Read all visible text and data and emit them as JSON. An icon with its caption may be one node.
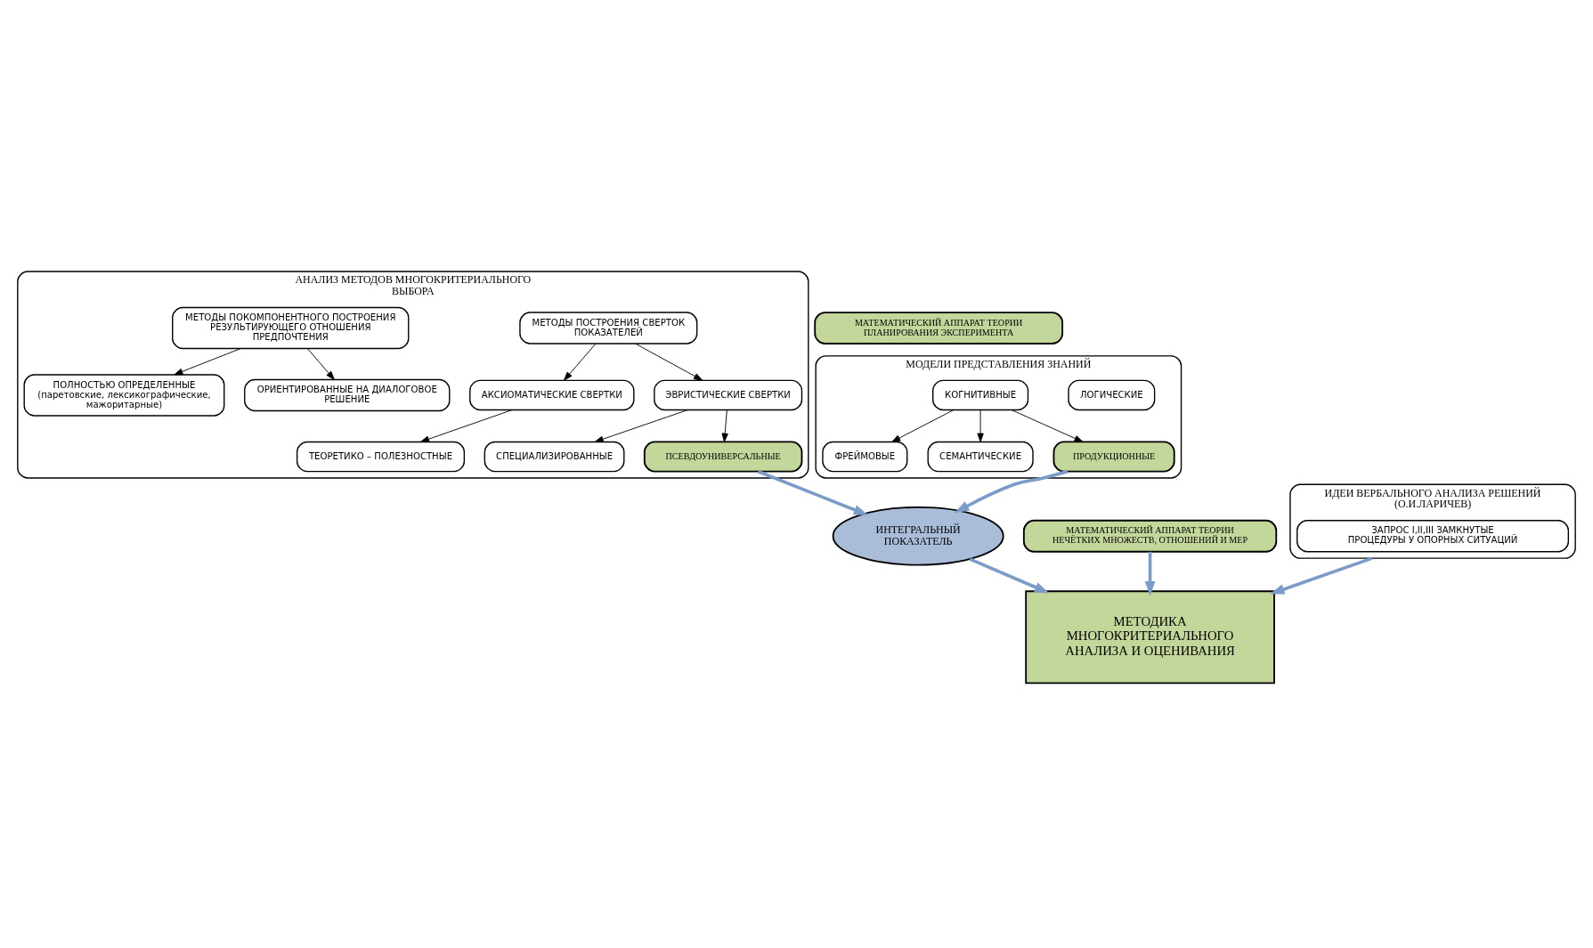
{
  "diagram": {
    "nodes": [
      {
        "text": [
          "АНАЛИЗ МЕТОДОВ МНОГОКРИТЕРИАЛЬНОГО ВЫБОРА"
        ]
      },
      {
        "text": [
          "МЕТОДЫ ПОСТРОЕНИЯ СВЕРТОК ПОКАЗАТЕЛЕЙ"
        ],
        "in": 0
      },
      {
        "text": [
          "МЕТОДЫ ПОКОМПОНЕНТНОГО ПОСТРОЕНИЯ РЕЗУЛЬТИРУЮЩЕГО ОТНОШЕНИЯ ПРЕДПОЧТЕНИЯ"
        ],
        "in": 0
      },
      {
        "text": [
          "АКСИОМАТИЧЕСКИЕ СВЕРТКИ"
        ],
        "in": 0
      },
      {
        "text": [
          "ЭВРИСТИЧЕСКИЕ СВЕРТКИ"
        ],
        "in": 0
      },
      {
        "text": [
          "ПОЛНОСТЬЮ ОПРЕДЕЛЕННЫЕ",
          "(паретовские, лексикографические, мажоритарные)"
        ],
        "in": 0
      },
      {
        "text": [
          "ТЕОРЕТИКО – ПОЛЕЗНОСТНЫЕ"
        ],
        "in": 0
      },
      {
        "text": [
          "ОРИЕНТИРОВАННЫЕ НА ДИАЛОГОВОЕ РЕШЕНИЕ"
        ],
        "in": 0
      },
      {
        "text": [
          "СПЕЦИАЛИЗИРОВАННЫЕ"
        ],
        "in": 0
      },
      {
        "text": [
          "ПСЕВДОУНИВЕРСАЛЬНЫЕ"
        ],
        "in": 0
      },
      {
        "text": [
          "МОДЕЛИ ПРЕДСТАВЛЕНИЯ ЗНАНИЙ"
        ]
      },
      {
        "text": [
          "ЛОГИЧЕСКИЕ"
        ],
        "in": 10
      },
      {
        "text": [
          "КОГНИТИВНЫЕ"
        ],
        "in": 10
      },
      {
        "text": [
          "ФРЕЙМОВЫЕ"
        ],
        "in": 10
      },
      {
        "text": [
          "СЕМАНТИЧЕСКИЕ"
        ],
        "in": 10
      },
      {
        "text": [
          "ПРОДУКЦИОННЫЕ"
        ],
        "in": 10
      },
      {
        "text": [
          "ИНТЕГРАЛЬНЫЙ ПОКАЗАТЕЛЬ"
        ]
      },
      {
        "text": [
          "МАТЕМАТИЧЕСКИЙ АППАРАТ ТЕОРИИ ПЛАНИРОВАНИЯ ЭКСПЕРИМЕНТА"
        ]
      },
      {
        "text": [
          "МАТЕМАТИЧЕСКИЙ АППАРАТ ТЕОРИИ НЕЧЁТКИХ МНОЖЕСТВ, ОТНОШЕНИЙ И МЕР"
        ]
      },
      {
        "text": [
          "ИДЕИ ВЕРБАЛЬНОГО АНАЛИЗА РЕШЕНИЙ (О.И.ЛАРИЧЕВ)"
        ]
      },
      {
        "text": [
          "ЗАПРОС I,II,III ЗАМКНУТЫЕ ПРОЦЕДУРЫ У ОПОРНЫХ СИТУАЦИЙ"
        ],
        "in": 19
      },
      {
        "text": [
          "МЕТОДИКА МНОГОКРИТЕРИАЛЬНОГО АНАЛИЗА И ОЦЕНИВАНИЯ"
        ]
      }
    ],
    "edges": [
      {
        "from": 1,
        "to": 3,
        "arrow": "to"
      },
      {
        "from": 1,
        "to": 4,
        "arrow": "to"
      },
      {
        "from": 2,
        "to": 7,
        "arrow": "to"
      },
      {
        "from": 2,
        "to": 5,
        "arrow": "to"
      },
      {
        "from": 3,
        "to": 6,
        "arrow": "to"
      },
      {
        "from": 4,
        "to": 8,
        "arrow": "to"
      },
      {
        "from": 4,
        "to": 9,
        "arrow": "to"
      },
      {
        "from": 9,
        "to": 16,
        "arrow": "to",
        "style": "thick",
        "color": "#7b9cc8"
      },
      {
        "from": 12,
        "to": 13,
        "arrow": "to"
      },
      {
        "from": 12,
        "to": 14,
        "arrow": "to"
      },
      {
        "from": 12,
        "to": 15,
        "arrow": "to"
      },
      {
        "from": 15,
        "to": 16,
        "arrow": "to",
        "style": "thick",
        "color": "#7b9cc8"
      },
      {
        "from": 16,
        "to": 21,
        "arrow": "to",
        "style": "thick",
        "color": "#7b9cc8"
      },
      {
        "from": 19,
        "to": 21,
        "arrow": "to",
        "style": "thick",
        "color": "#7b9cc8"
      },
      {
        "from": 18,
        "to": 21,
        "arrow": "to",
        "style": "thick",
        "color": "#7b9cc8"
      }
    ]
  }
}
